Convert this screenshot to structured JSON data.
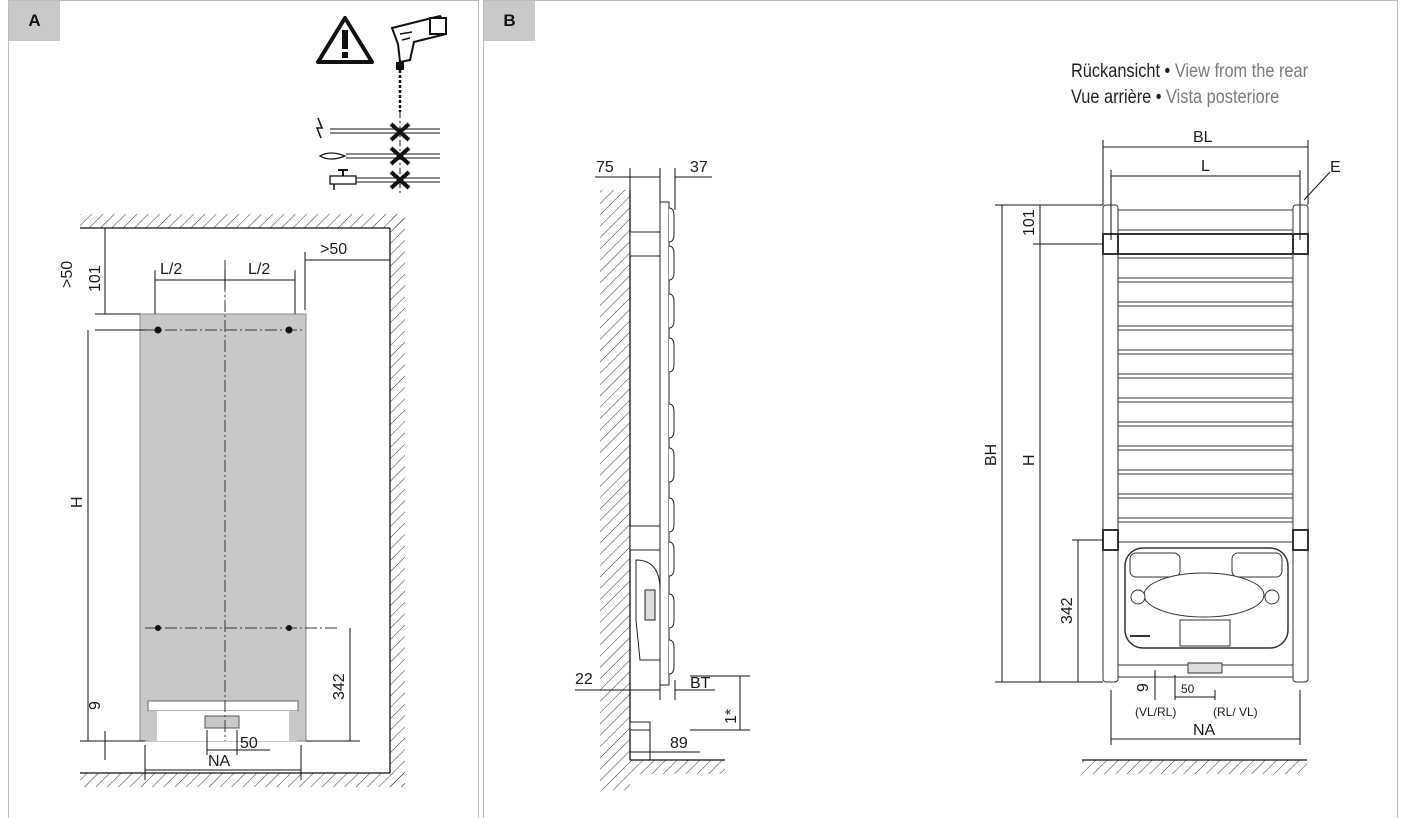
{
  "panels": {
    "a": {
      "label": "A"
    },
    "b": {
      "label": "B"
    }
  },
  "caption": {
    "line1_de": "Rückansicht",
    "line1_en": "View from the rear",
    "line2_fr": "Vue arrière",
    "line2_it": "Vista posteriore",
    "separator": "•"
  },
  "dims_a": {
    "clearance_top": ">50",
    "clearance_side": ">50",
    "top_offset": "101",
    "half_left": "L/2",
    "half_right": "L/2",
    "height": "H",
    "bracket_height": "342",
    "bottom_offset": "9",
    "connection_spacing": "50",
    "connection_distance": "NA"
  },
  "dims_side": {
    "wall_distance": "75",
    "depth_top": "37",
    "bottom_wall": "22",
    "depth": "BT",
    "floor_gap": "1*",
    "floor_offset": "89"
  },
  "dims_rear": {
    "overall_width": "BL",
    "width": "L",
    "end_cap": "E",
    "top_offset": "101",
    "overall_height": "BH",
    "height": "H",
    "bracket_height": "342",
    "bottom_offset": "9",
    "connection_spacing": "50",
    "left_connection": "(VL/RL)",
    "right_connection": "(RL/ VL)",
    "connection_distance": "NA"
  },
  "colors": {
    "radiator_fill": "#c8c8c8",
    "tab_fill": "#c9c9c9",
    "line": "#1a1a1a"
  }
}
